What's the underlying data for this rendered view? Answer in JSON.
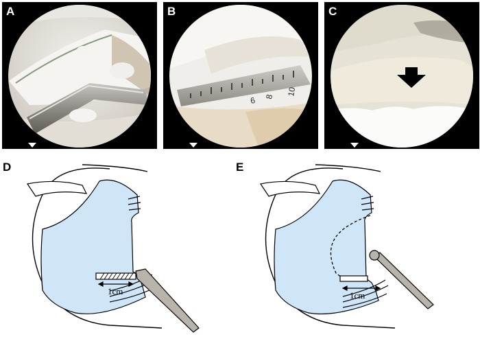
{
  "panels": {
    "A": {
      "label": "A"
    },
    "B": {
      "label": "B",
      "ruler_numbers": [
        "6",
        "8",
        "10"
      ]
    },
    "C": {
      "label": "C"
    },
    "D": {
      "label": "D",
      "measure": "1cm"
    },
    "E": {
      "label": "E",
      "measure": "1cm"
    }
  },
  "colors": {
    "tissue_blue": "#cfe6f8",
    "photo_background": "#000000",
    "tissue_white": "#eceae4",
    "instrument_grey": "#b8b4ac"
  }
}
